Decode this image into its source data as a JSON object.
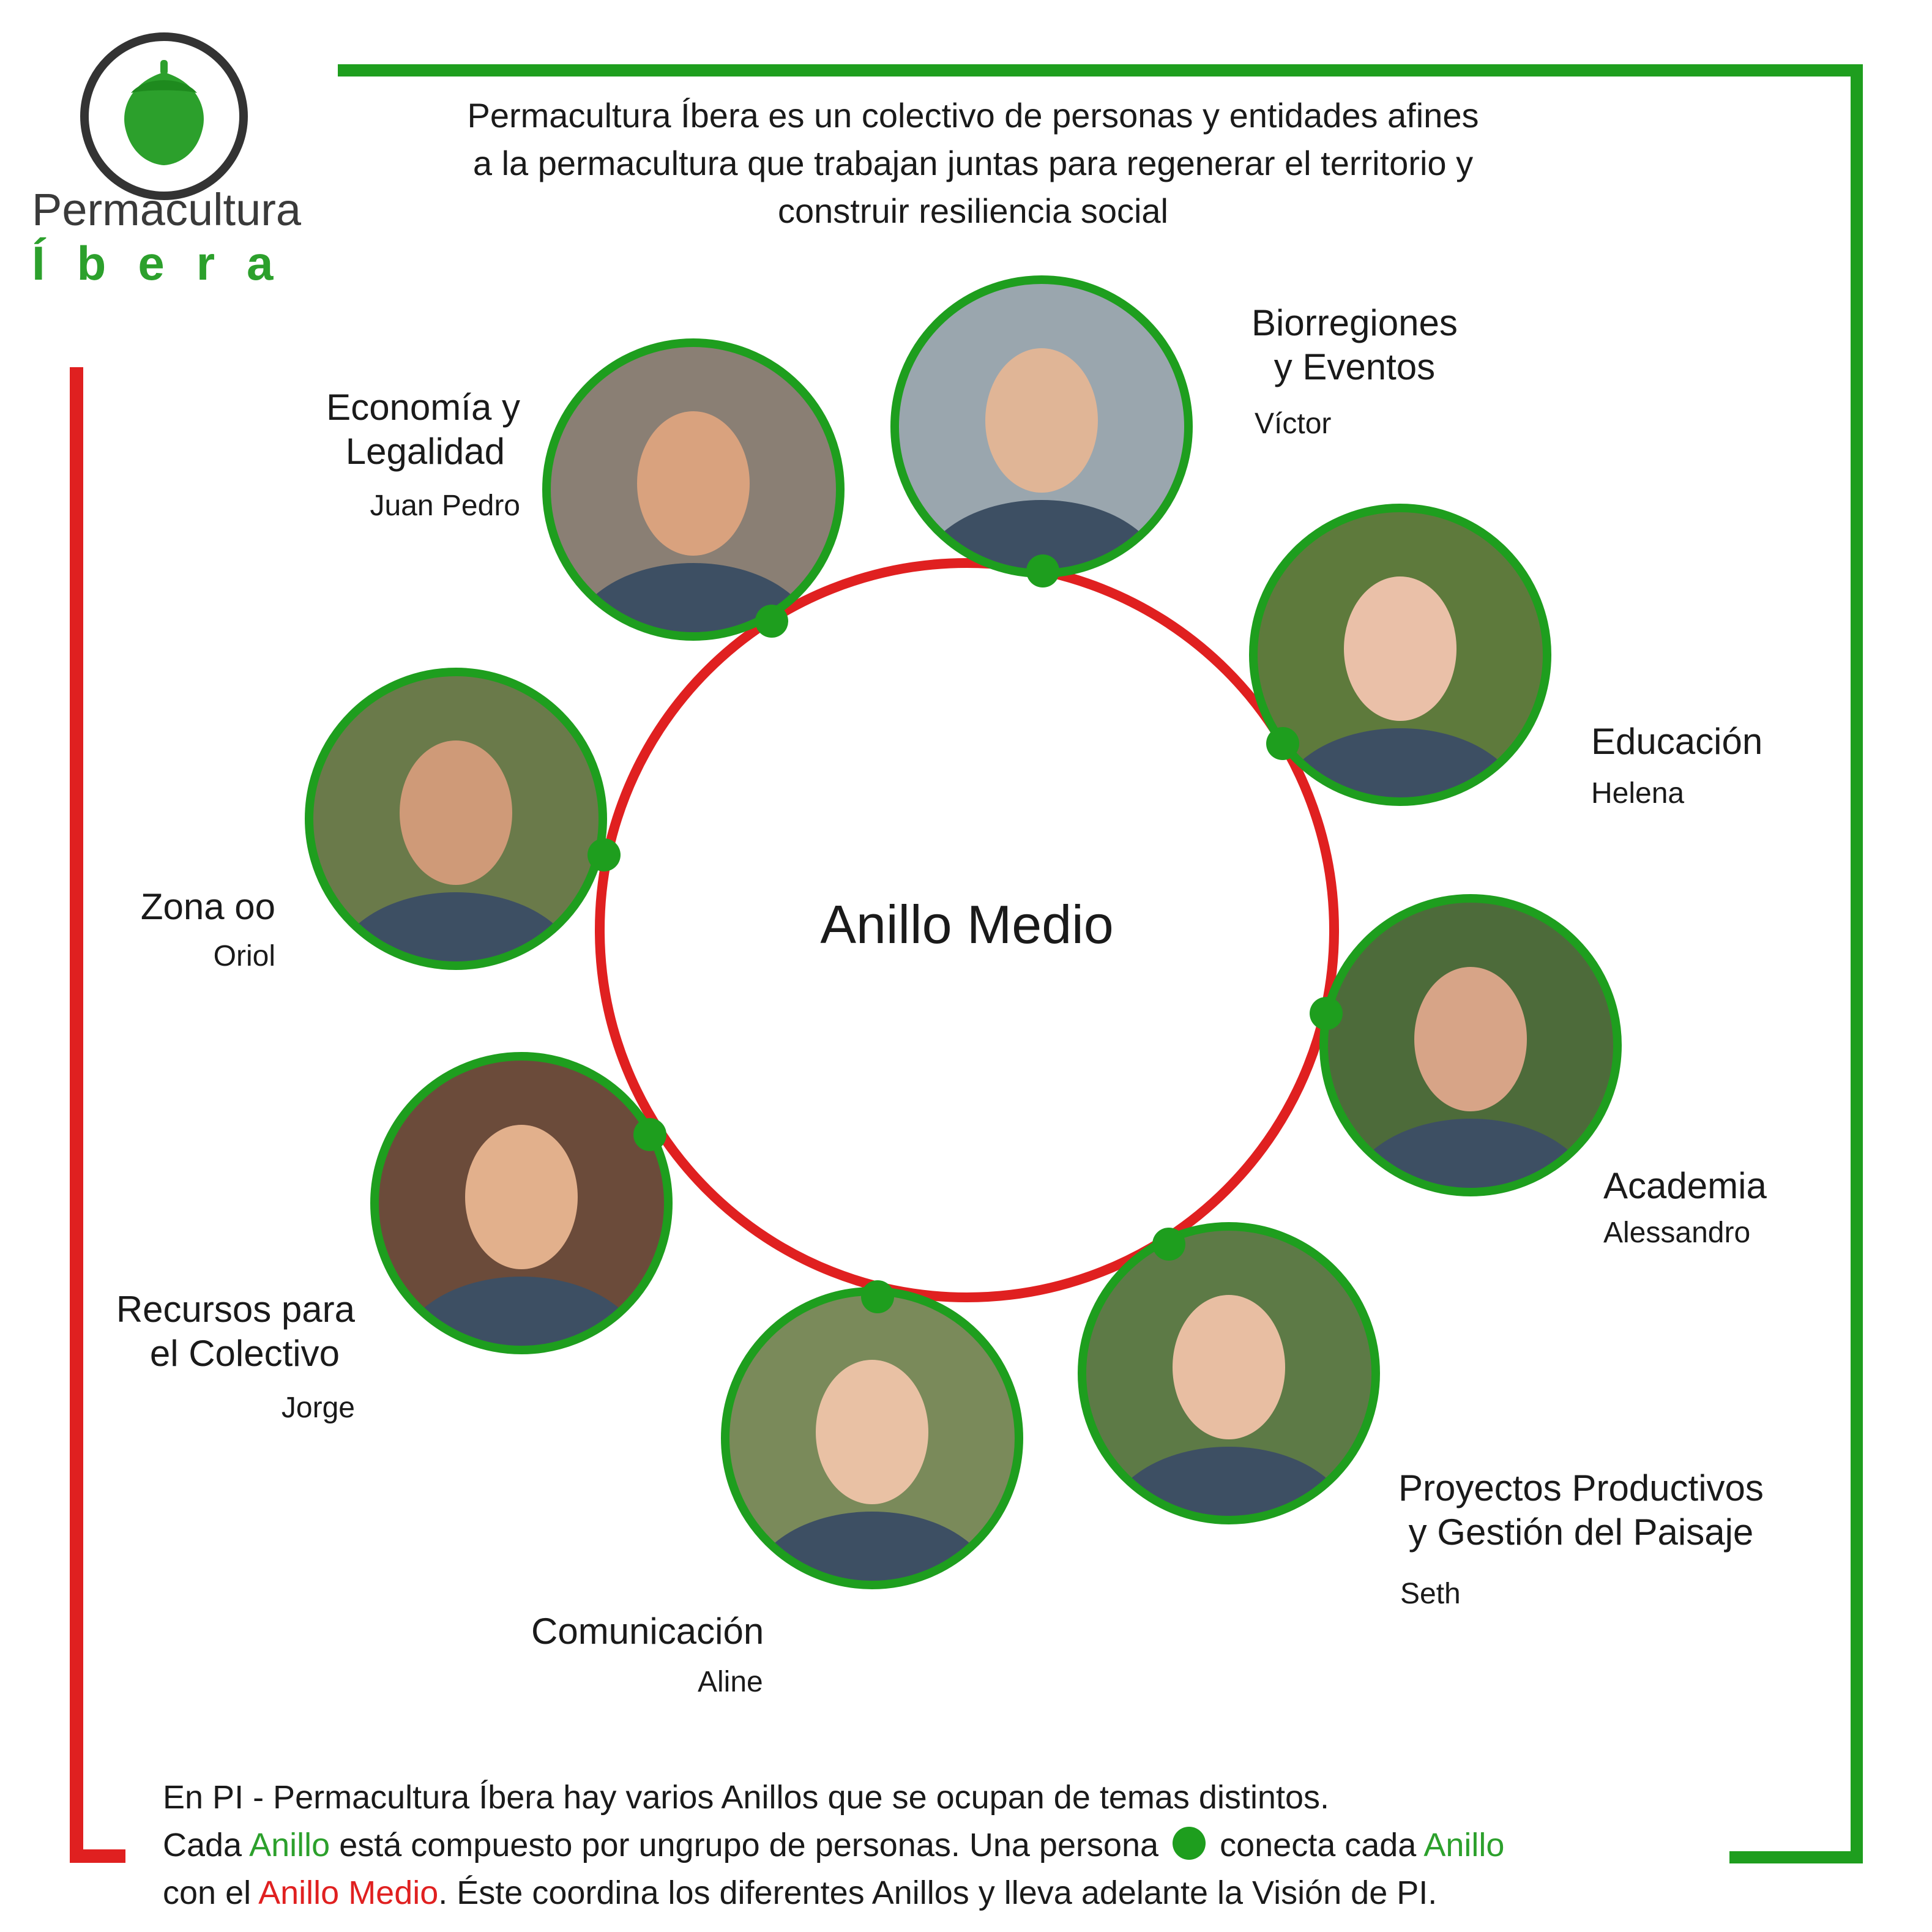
{
  "logo": {
    "word": "Permacultura",
    "sub": "Íbera"
  },
  "intro": [
    "Permacultura Íbera es un colectivo de personas y entidades afines",
    "a la permacultura que trabajan juntas para regenerar el territorio y",
    "construir resiliencia social"
  ],
  "center_label": "Anillo Medio",
  "rings": [
    {
      "area": [
        "Economía y",
        "Legalidad"
      ],
      "person": "Juan Pedro"
    },
    {
      "area": [
        "Biorregiones",
        "y Eventos"
      ],
      "person": "Víctor"
    },
    {
      "area": [
        "Educación"
      ],
      "person": "Helena"
    },
    {
      "area": [
        "Zona oo"
      ],
      "person": "Oriol"
    },
    {
      "area": [
        "Academia"
      ],
      "person": "Alessandro"
    },
    {
      "area": [
        "Recursos para",
        "el Colectivo"
      ],
      "person": "Jorge"
    },
    {
      "area": [
        "Proyectos Productivos",
        "y Gestión del Paisaje"
      ],
      "person": "Seth"
    },
    {
      "area": [
        "Comunicación"
      ],
      "person": "Aline"
    }
  ],
  "footer": {
    "line1": "En PI - Permacultura Íbera  hay varios Anillos que se ocupan de temas distintos.",
    "line2_a": "Cada ",
    "line2_b": "Anillo",
    "line2_c": " está compuesto por ungrupo de personas. Una persona ",
    "line2_d": " conecta cada ",
    "line2_e": "Anillo",
    "line3_a": "con el ",
    "line3_b": "Anillo Medio",
    "line3_c": ". Éste coordina los diferentes Anillos y lleva adelante la Visión de PI."
  },
  "colors": {
    "green": "#1e9e1e",
    "red": "#e02020",
    "text": "#1a1a1a"
  },
  "icons": [
    "acorn-icon",
    "connector-dot-icon",
    "person-avatar-icon"
  ]
}
